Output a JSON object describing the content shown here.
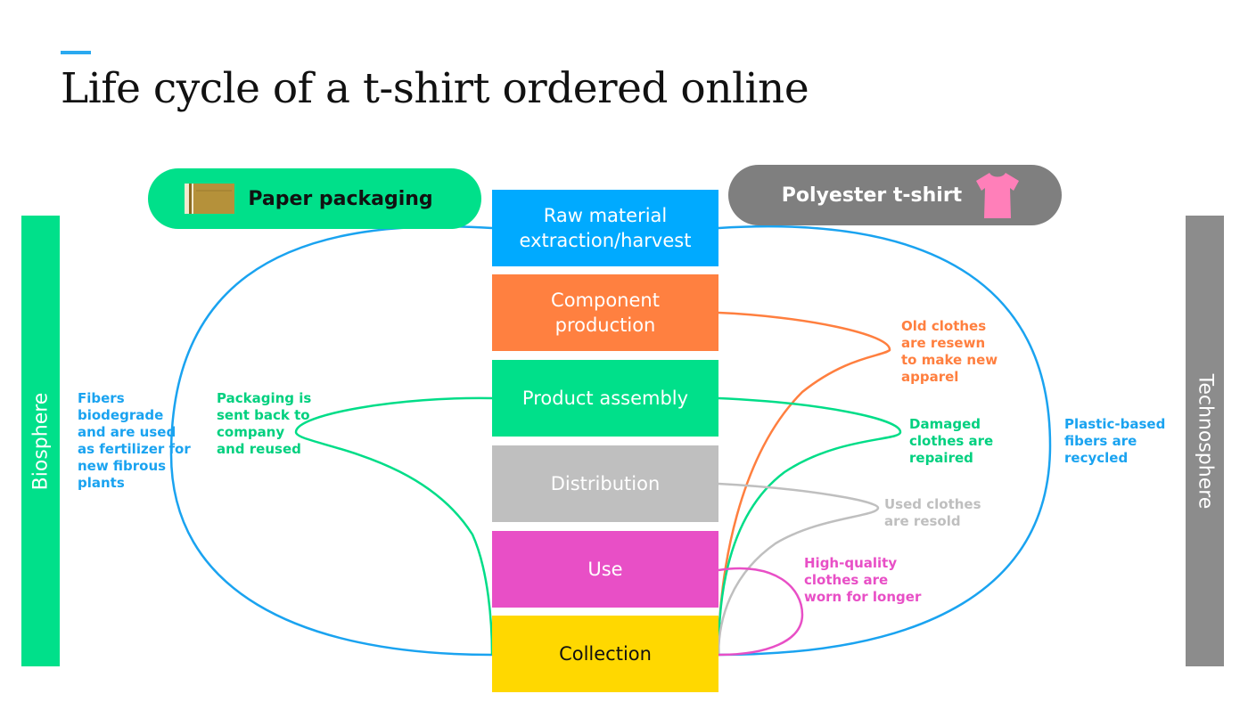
{
  "title": "Life cycle of a t-shirt ordered online",
  "colors": {
    "accent": "#2aa9f0",
    "biosphere": "#00e08a",
    "technosphere": "#8c8c8c",
    "poly_pill": "#7f7f7f",
    "loop_blue": "#1aa3f0",
    "orange": "#ff7f3f",
    "green": "#00dd88",
    "grey": "#bfbfbf",
    "pink": "#e84fc6",
    "yellow": "#ffd800"
  },
  "pills": {
    "paper": {
      "label": "Paper packaging",
      "icon": "envelope-icon"
    },
    "poly": {
      "label": "Polyester t-shirt",
      "icon": "tshirt-icon"
    }
  },
  "sides": {
    "biosphere": "Biosphere",
    "technosphere": "Technosphere"
  },
  "stages": [
    {
      "label": "Raw material\nextraction/harvest",
      "color": "#00aaff",
      "text_color": "#ffffff"
    },
    {
      "label": "Component\nproduction",
      "color": "#ff8040",
      "text_color": "#ffffff"
    },
    {
      "label": "Product assembly",
      "color": "#00e08a",
      "text_color": "#ffffff"
    },
    {
      "label": "Distribution",
      "color": "#bfbfbf",
      "text_color": "#ffffff"
    },
    {
      "label": "Use",
      "color": "#e84fc6",
      "text_color": "#ffffff"
    },
    {
      "label": "Collection",
      "color": "#ffd800",
      "text_color": "#111111"
    }
  ],
  "notes": {
    "fibers": "Fibers\nbiodegrade\nand are used\nas fertilizer for\nnew fibrous\nplants",
    "packaging": "Packaging is\nsent back to\ncompany\nand reused",
    "old_clothes": "Old clothes\nare resewn\nto make new\napparel",
    "damaged": "Damaged\nclothes are\nrepaired",
    "used": "Used clothes\nare resold",
    "high_quality": "High-quality\nclothes are\nworn for longer",
    "plastic": "Plastic-based\nfibers are\nrecycled"
  }
}
